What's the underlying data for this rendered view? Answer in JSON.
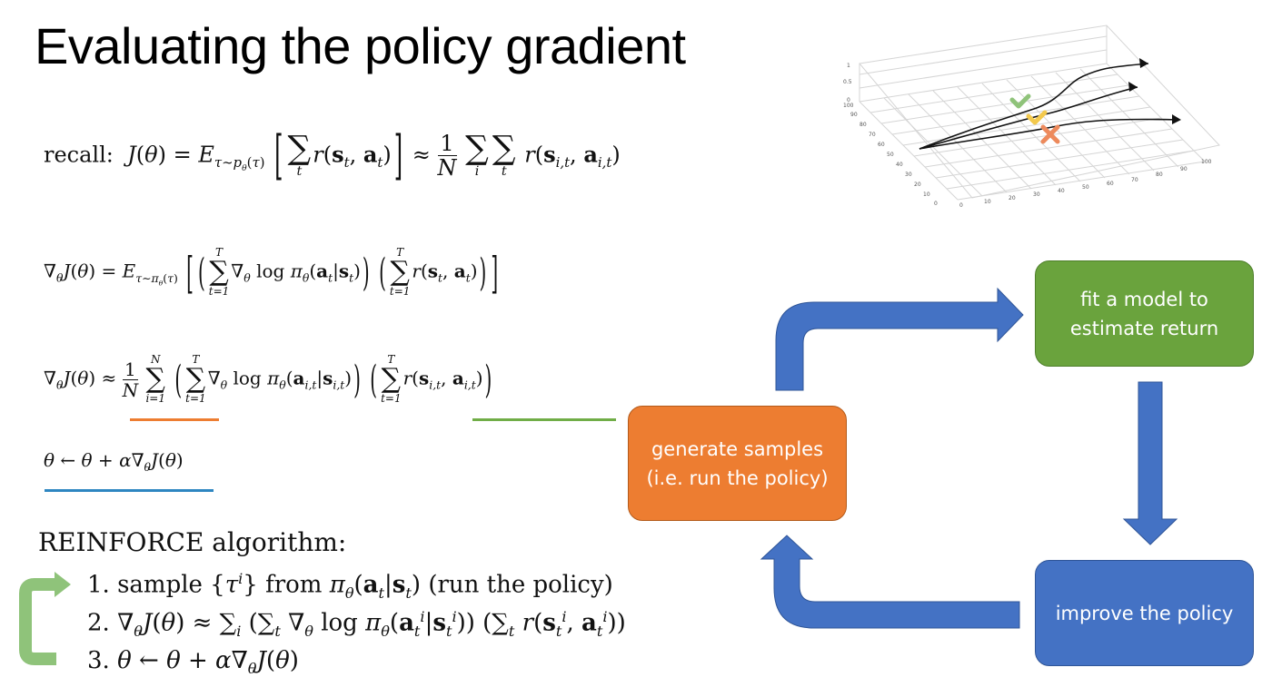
{
  "title": "Evaluating the policy gradient",
  "equations": {
    "recall": "recall:  J(θ) = E_{τ∼p_θ(τ)} [ Σ_t r(s_t, a_t) ] ≈ (1/N) Σ_i Σ_t r(s_{i,t}, a_{i,t})",
    "gradient_expectation": "∇_θ J(θ) = E_{τ∼π_θ(τ)} [ ( Σ_{t=1}^{T} ∇_θ log π_θ(a_t|s_t) ) ( Σ_{t=1}^{T} r(s_t, a_t) ) ]",
    "gradient_estimate": "∇_θ J(θ) ≈ (1/N) Σ_{i=1}^{N} ( Σ_{t=1}^{T} ∇_θ log π_θ(a_{i,t}|s_{i,t}) ) ( Σ_{t=1}^{T} r(s_{i,t}, a_{i,t}) )",
    "update": "θ ← θ + α∇_θ J(θ)"
  },
  "reinforce": {
    "title": "REINFORCE algorithm:",
    "steps": [
      "1. sample {τ^i} from π_θ(a_t|s_t) (run the policy)",
      "2. ∇_θ J(θ) ≈ Σ_i ( Σ_t ∇_θ log π_θ(a_t^i|s_t^i) ) ( Σ_t r(s_t^i, a_t^i) )",
      "3. θ ← θ + α∇_θ J(θ)"
    ]
  },
  "cycle": {
    "generate": [
      "generate samples",
      "(i.e. run the policy)"
    ],
    "fit": [
      "fit a model to",
      "estimate return"
    ],
    "improve": [
      "improve the policy"
    ]
  },
  "plot3d": {
    "z_ticks": [
      "1",
      "0.5",
      "0"
    ],
    "y_ticks": [
      "100",
      "90",
      "80",
      "70",
      "60",
      "50",
      "40",
      "30",
      "20",
      "10",
      "0"
    ],
    "x_ticks": [
      "0",
      "10",
      "20",
      "30",
      "40",
      "50",
      "60",
      "70",
      "80",
      "90",
      "100"
    ]
  },
  "colors": {
    "orange": "#ed7d31",
    "green": "#6aa33d",
    "blue": "#4472c4",
    "underline_blue": "#2e86c1",
    "loop_arrow": "#8fc37a"
  }
}
